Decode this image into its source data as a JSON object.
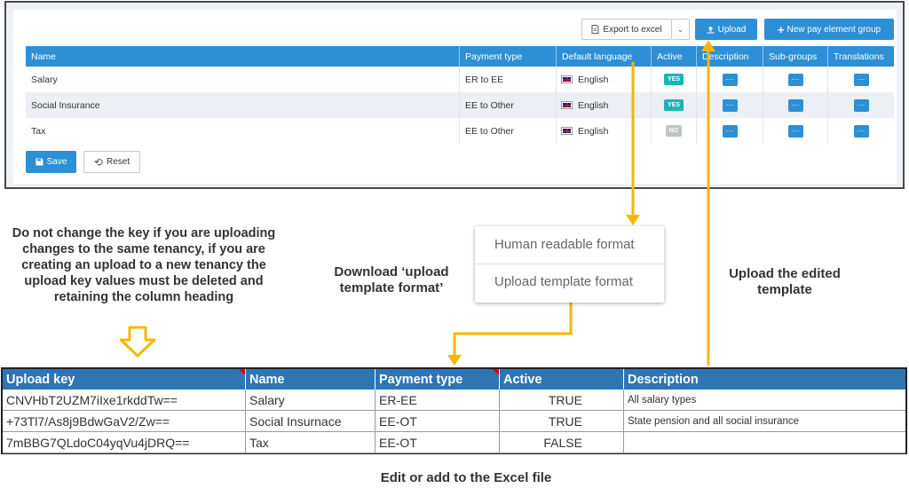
{
  "app": {
    "toolbar": {
      "export_label": "Export to excel",
      "upload_label": "Upload",
      "new_group_label": "New pay element group"
    },
    "columns": [
      "Name",
      "Payment type",
      "Default language",
      "Active",
      "Description",
      "Sub-groups",
      "Translations"
    ],
    "rows": [
      {
        "name": "Salary",
        "payment_type": "ER to EE",
        "language": "English",
        "active": "YES"
      },
      {
        "name": "Social Insurance",
        "payment_type": "EE to Other",
        "language": "English",
        "active": "YES"
      },
      {
        "name": "Tax",
        "payment_type": "EE to Other",
        "language": "English",
        "active": "NO"
      }
    ],
    "more_label": "···",
    "save_label": "Save",
    "reset_label": "Reset"
  },
  "annotations": {
    "key_note": "Do not change the key if you are uploading changes to the same tenancy, if you are creating an upload to a new tenancy the upload key values must be deleted and retaining the column heading",
    "download_note": "Download ‘upload template format’",
    "upload_note": "Upload the edited template",
    "edit_note": "Edit or add to the Excel file"
  },
  "export_menu": {
    "options": [
      "Human readable format",
      "Upload template format"
    ]
  },
  "excel": {
    "headers": [
      "Upload key",
      "Name",
      "Payment type",
      "Active",
      "Description"
    ],
    "rows": [
      {
        "key": "CNVHbT2UZM7iIxe1rkddTw==",
        "name": "Salary",
        "payment_type": "ER-EE",
        "active": "TRUE",
        "description": "All salary types"
      },
      {
        "key": "+73Tl7/As8j9BdwGaV2/Zw==",
        "name": "Social Insurnace",
        "payment_type": "EE-OT",
        "active": "TRUE",
        "description": "State pension and all social insurance"
      },
      {
        "key": "7mBBG7QLdoC04yqVu4jDRQ==",
        "name": "Tax",
        "payment_type": "EE-OT",
        "active": "FALSE",
        "description": ""
      }
    ]
  },
  "colors": {
    "accent": "#2d8fd5",
    "excel_header": "#2e75b6",
    "arrow": "#f5b800",
    "badge_yes": "#17b6b2",
    "badge_no": "#bfc4c9"
  }
}
